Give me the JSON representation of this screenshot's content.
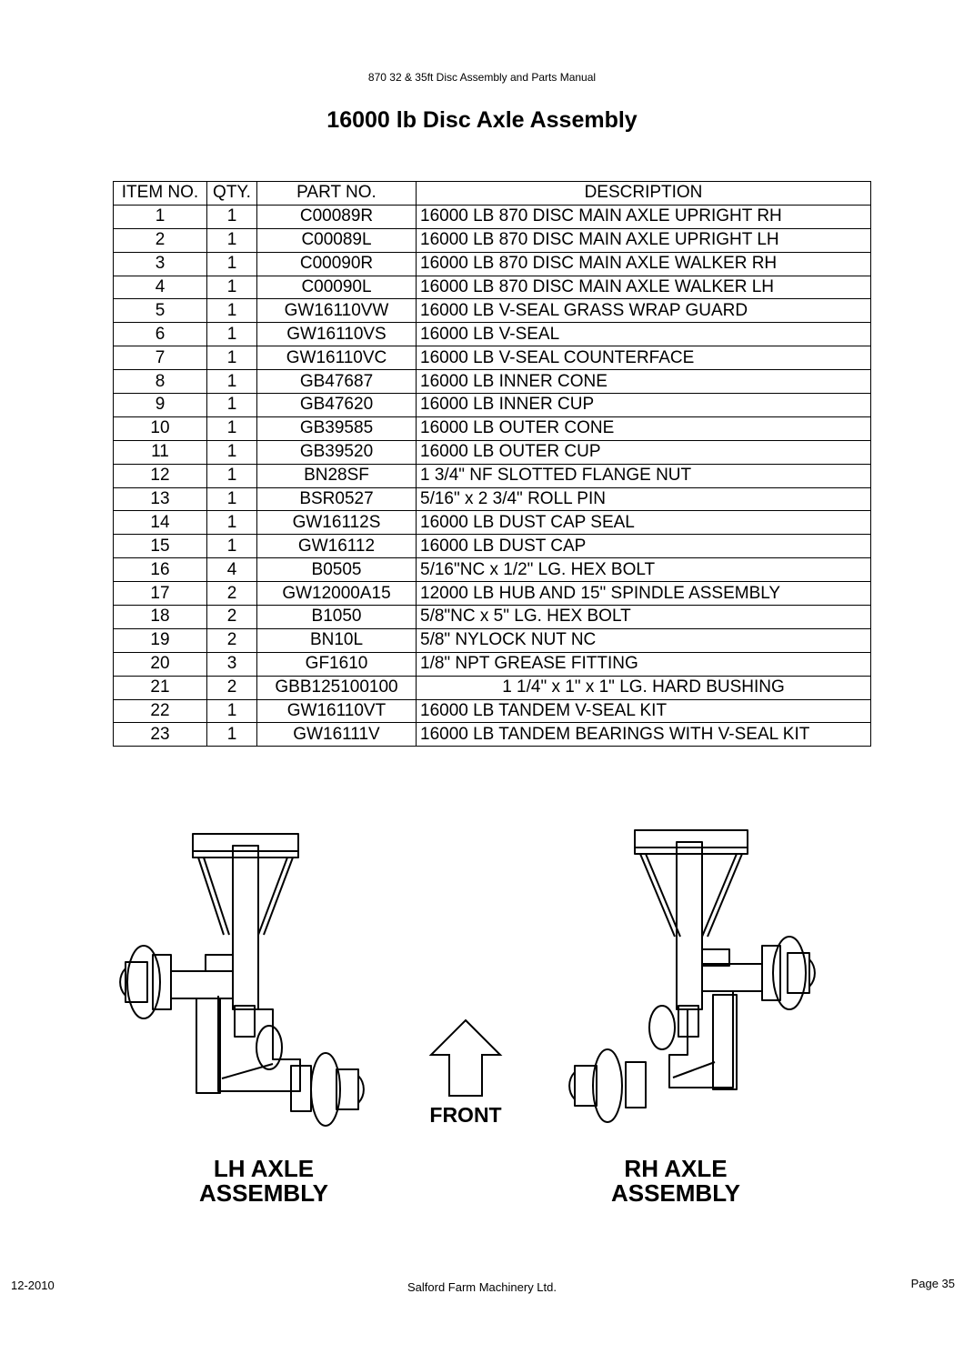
{
  "header": {
    "manual_title": "870 32 & 35ft Disc Assembly and Parts Manual",
    "page_title": "16000 lb Disc Axle Assembly"
  },
  "table": {
    "columns": [
      "ITEM NO.",
      "QTY.",
      "PART NO.",
      "DESCRIPTION"
    ],
    "rows": [
      [
        "1",
        "1",
        "C00089R",
        "16000 LB 870 DISC MAIN AXLE UPRIGHT RH"
      ],
      [
        "2",
        "1",
        "C00089L",
        "16000 LB 870 DISC MAIN AXLE UPRIGHT LH"
      ],
      [
        "3",
        "1",
        "C00090R",
        "16000 LB 870 DISC MAIN AXLE WALKER RH"
      ],
      [
        "4",
        "1",
        "C00090L",
        "16000 LB 870 DISC MAIN AXLE WALKER LH"
      ],
      [
        "5",
        "1",
        "GW16110VW",
        "16000 LB V-SEAL GRASS WRAP GUARD"
      ],
      [
        "6",
        "1",
        "GW16110VS",
        "16000 LB V-SEAL"
      ],
      [
        "7",
        "1",
        "GW16110VC",
        "16000 LB V-SEAL COUNTERFACE"
      ],
      [
        "8",
        "1",
        "GB47687",
        "16000 LB INNER CONE"
      ],
      [
        "9",
        "1",
        "GB47620",
        "16000 LB INNER CUP"
      ],
      [
        "10",
        "1",
        "GB39585",
        "16000 LB OUTER CONE"
      ],
      [
        "11",
        "1",
        "GB39520",
        "16000 LB OUTER CUP"
      ],
      [
        "12",
        "1",
        "BN28SF",
        "1 3/4\" NF SLOTTED FLANGE NUT"
      ],
      [
        "13",
        "1",
        "BSR0527",
        "5/16\" x 2 3/4\" ROLL PIN"
      ],
      [
        "14",
        "1",
        "GW16112S",
        "16000 LB DUST CAP SEAL"
      ],
      [
        "15",
        "1",
        "GW16112",
        "16000 LB DUST CAP"
      ],
      [
        "16",
        "4",
        "B0505",
        "5/16\"NC x 1/2\" LG. HEX BOLT"
      ],
      [
        "17",
        "2",
        "GW12000A15",
        "12000 LB HUB AND 15\" SPINDLE ASSEMBLY"
      ],
      [
        "18",
        "2",
        "B1050",
        "5/8\"NC x 5\" LG. HEX BOLT"
      ],
      [
        "19",
        "2",
        "BN10L",
        "5/8\" NYLOCK NUT NC"
      ],
      [
        "20",
        "3",
        "GF1610",
        "1/8\" NPT GREASE FITTING"
      ],
      [
        "21",
        "2",
        "GBB125100100",
        "1 1/4\" x 1\" x 1\" LG. HARD BUSHING"
      ],
      [
        "22",
        "1",
        "GW16110VT",
        "16000 LB TANDEM V-SEAL KIT"
      ],
      [
        "23",
        "1",
        "GW16111V",
        "16000 LB TANDEM BEARINGS WITH V-SEAL KIT"
      ]
    ]
  },
  "drawings": {
    "lh_label_line1": "LH AXLE",
    "lh_label_line2": "ASSEMBLY",
    "rh_label_line1": "RH AXLE",
    "rh_label_line2": "ASSEMBLY",
    "front_label": "FRONT"
  },
  "footer": {
    "date": "12-2010",
    "company": "Salford Farm Machinery Ltd.",
    "page": "Page 35"
  }
}
